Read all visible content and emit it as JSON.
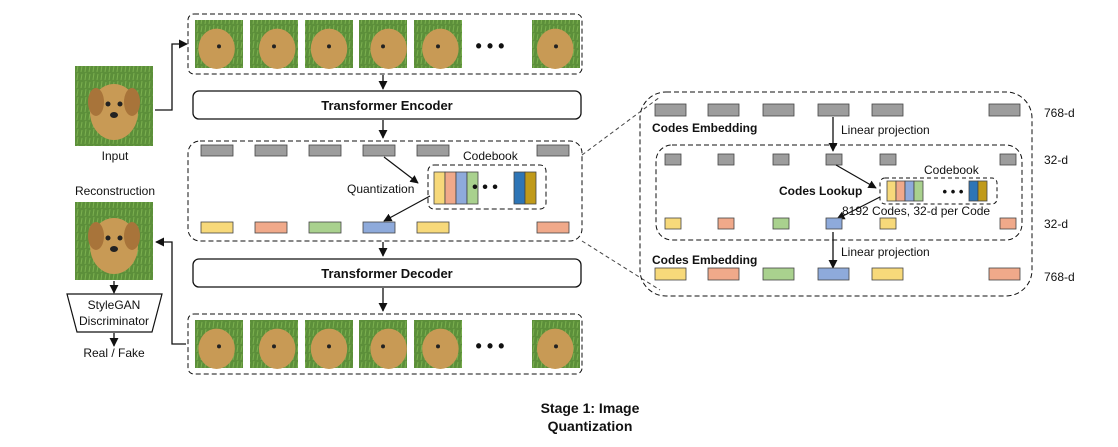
{
  "colors": {
    "gray": "#9d9d9d",
    "yellow": "#f7d97a",
    "orange": "#f0a98a",
    "green": "#a9d18e",
    "blue": "#8eaadb",
    "blue_dark": "#2e75b6",
    "gold": "#c09a1a",
    "grass": "#5c8f3a",
    "fur": "#c89a55"
  },
  "left": {
    "input_label": "Input",
    "reconstruction_label": "Reconstruction",
    "discriminator_line1": "StyleGAN",
    "discriminator_line2": "Discriminator",
    "real_fake_label": "Real / Fake"
  },
  "center": {
    "encoder_label": "Transformer Encoder",
    "decoder_label": "Transformer Decoder",
    "codebook_label": "Codebook",
    "quantization_label": "Quantization",
    "ellipsis": "• • •",
    "quantized_colors": [
      "yellow",
      "orange",
      "green",
      "blue",
      "yellow",
      "orange"
    ],
    "codebook_colors": [
      "yellow",
      "orange",
      "blue",
      "green"
    ],
    "codebook_tail_colors": [
      "blue_dark",
      "gold"
    ]
  },
  "detail": {
    "codes_embedding_top": "Codes Embedding",
    "linear_projection_top": "Linear projection",
    "dim_768_top": "768-d",
    "dim_32_top": "32-d",
    "codebook_label": "Codebook",
    "codes_lookup_label": "Codes Lookup",
    "codes_info": "8192 Codes, 32-d per Code",
    "dim_32_bottom": "32-d",
    "linear_projection_bottom": "Linear projection",
    "codes_embedding_bottom": "Codes Embedding",
    "dim_768_bottom": "768-d",
    "ellipsis": "• • •"
  },
  "caption": {
    "line1": "Stage 1: Image",
    "line2": "Quantization"
  }
}
